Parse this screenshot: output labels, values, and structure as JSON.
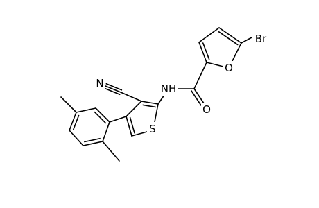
{
  "molecule": {
    "atoms": {
      "bromine": "Br",
      "furan_oxygen": "O",
      "carbonyl_oxygen": "O",
      "amide_nh": "NH",
      "nitrile_n": "N",
      "thiophene_s": "S"
    }
  }
}
